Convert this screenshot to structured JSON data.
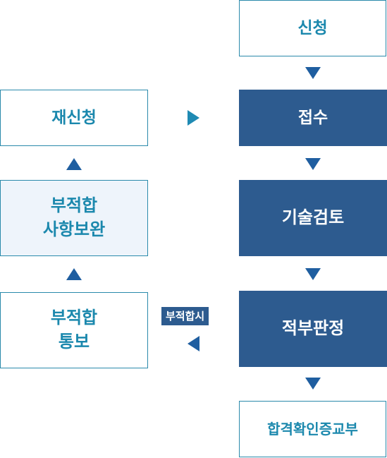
{
  "steps": {
    "apply": "신청",
    "receipt": "접수",
    "technical_review": "기술검토",
    "compliance_decision": "적부판정",
    "certificate_issue": "합격확인증교부",
    "reapply": "재신청",
    "nonconformity_supplement": "부적합\n사항보완",
    "nonconformity_notice": "부적합\n통보"
  },
  "labels": {
    "if_nonconforming": "부적합시"
  },
  "colors": {
    "outline_border": "#2a8aab",
    "outline_text": "#1b88ad",
    "solid_fill": "#2d5b8f",
    "tint_fill": "#eef4fb",
    "arrow": "#1f5ea0"
  }
}
